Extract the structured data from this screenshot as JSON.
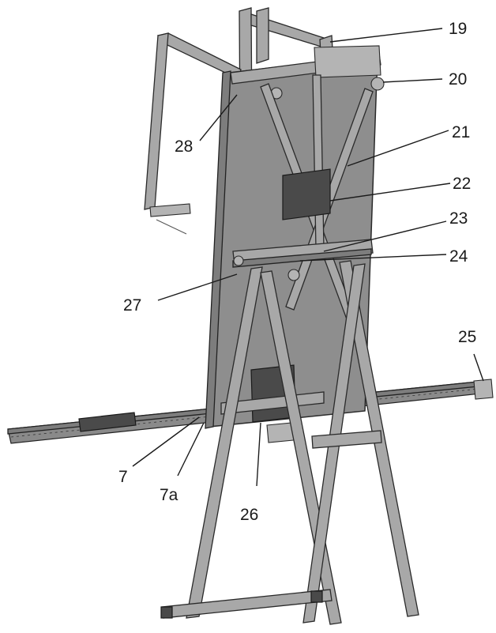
{
  "callouts": [
    {
      "id": "19",
      "label": "19"
    },
    {
      "id": "20",
      "label": "20"
    },
    {
      "id": "21",
      "label": "21"
    },
    {
      "id": "22",
      "label": "22"
    },
    {
      "id": "23",
      "label": "23"
    },
    {
      "id": "24",
      "label": "24"
    },
    {
      "id": "25",
      "label": "25"
    },
    {
      "id": "26",
      "label": "26"
    },
    {
      "id": "27",
      "label": "27"
    },
    {
      "id": "28",
      "label": "28"
    },
    {
      "id": "7",
      "label": "7"
    },
    {
      "id": "7a",
      "label": "7a"
    }
  ],
  "colors": {
    "background": "#ffffff",
    "metal_light": "#a8a8a8",
    "metal_dark": "#7d7d7d",
    "panel": "#8e8e8e",
    "ink": "#1a1a1a"
  }
}
